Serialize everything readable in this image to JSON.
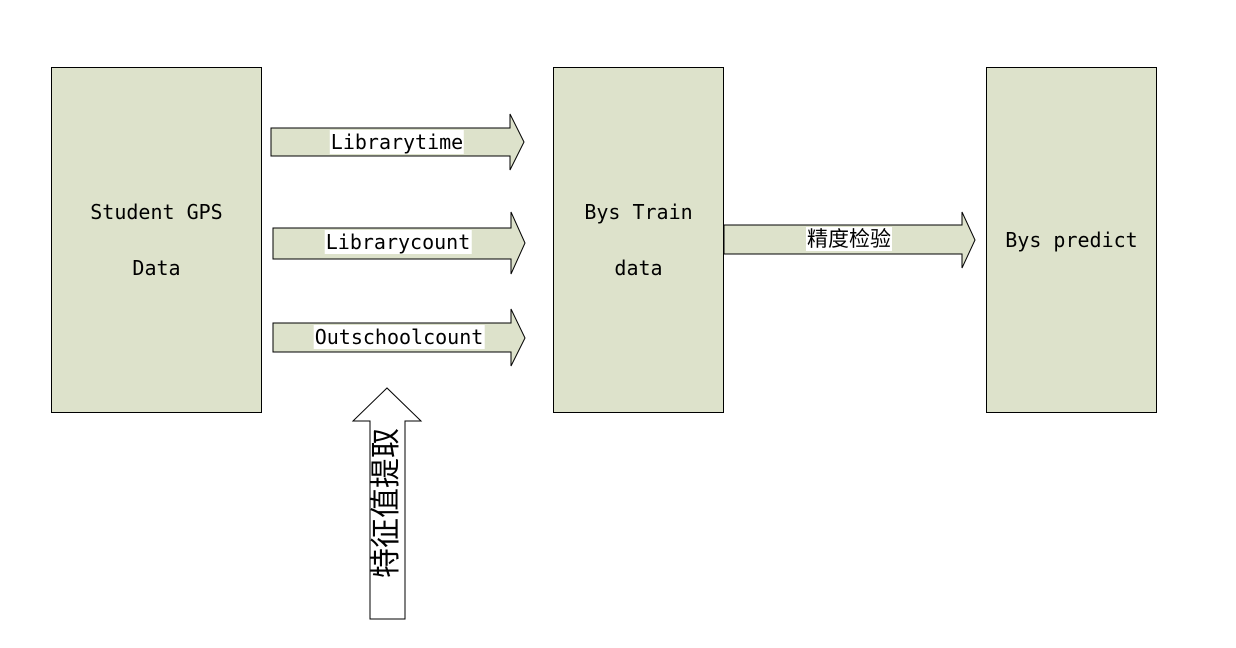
{
  "boxes": {
    "source": {
      "line1": "Student GPS",
      "line2": "Data"
    },
    "train": {
      "line1": "Bys Train",
      "line2": "data"
    },
    "predict": {
      "line1": "Bys predict"
    }
  },
  "features": {
    "librarytime": "Librarytime",
    "librarycount": "Librarycount",
    "outschoolcount": "Outschoolcount"
  },
  "accuracy_check": "精度检验",
  "feature_extraction": "特征值提取",
  "colors": {
    "fill": "#dde2cb",
    "stroke": "#000000"
  }
}
